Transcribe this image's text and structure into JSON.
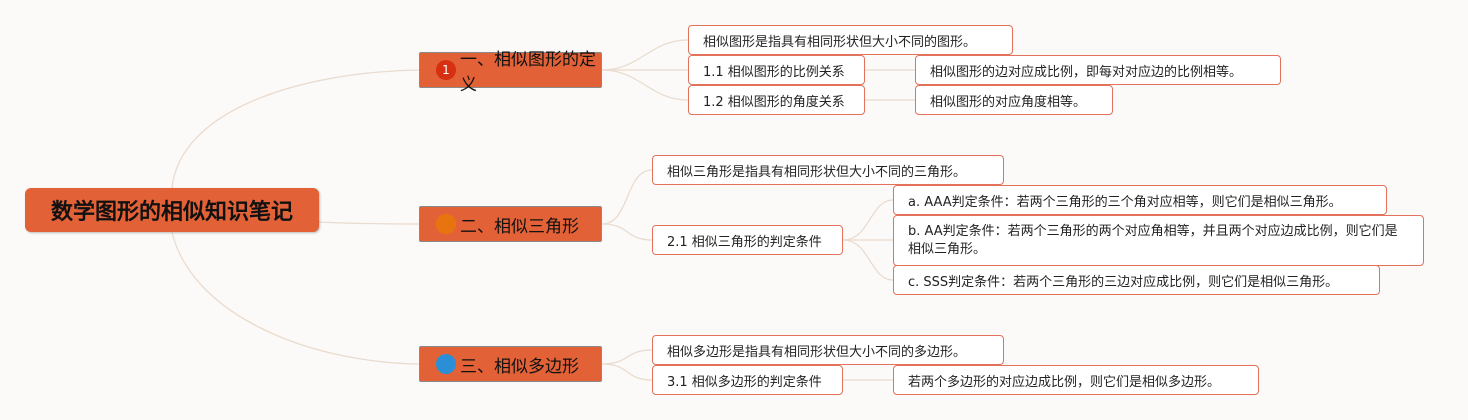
{
  "root": {
    "title": "数学图形的相似知识笔记"
  },
  "colors": {
    "root": "#e26136",
    "branch": "#e26136",
    "leaf_border": "#e2725b",
    "connector": "#eadbcf"
  },
  "branches": [
    {
      "title": "一、相似图形的定义",
      "badge": {
        "text": "1",
        "color": "#d62f12",
        "icon": "number-1-icon"
      },
      "definition": "相似图形是指具有相同形状但大小不同的图形。",
      "sub1": {
        "label": "1.1 相似图形的比例关系",
        "detail": "相似图形的边对应成比例，即每对对应边的比例相等。"
      },
      "sub2": {
        "label": "1.2 相似图形的角度关系",
        "detail": "相似图形的对应角度相等。"
      }
    },
    {
      "title": "二、相似三角形",
      "badge": {
        "text": "",
        "color": "#e8740f",
        "icon": "orange-dot-icon"
      },
      "definition": "相似三角形是指具有相同形状但大小不同的三角形。",
      "sub1": {
        "label": "2.1 相似三角形的判定条件",
        "conditions": [
          "a. AAA判定条件：若两个三角形的三个角对应相等，则它们是相似三角形。",
          "b. AA判定条件：若两个三角形的两个对应角相等，并且两个对应边成比例，则它们是相似三角形。",
          "c. SSS判定条件：若两个三角形的三边对应成比例，则它们是相似三角形。"
        ]
      }
    },
    {
      "title": "三、相似多边形",
      "badge": {
        "text": "",
        "color": "#2a8fd6",
        "icon": "blue-dot-icon"
      },
      "definition": "相似多边形是指具有相同形状但大小不同的多边形。",
      "sub1": {
        "label": "3.1 相似多边形的判定条件",
        "detail": "若两个多边形的对应边成比例，则它们是相似多边形。"
      }
    }
  ]
}
